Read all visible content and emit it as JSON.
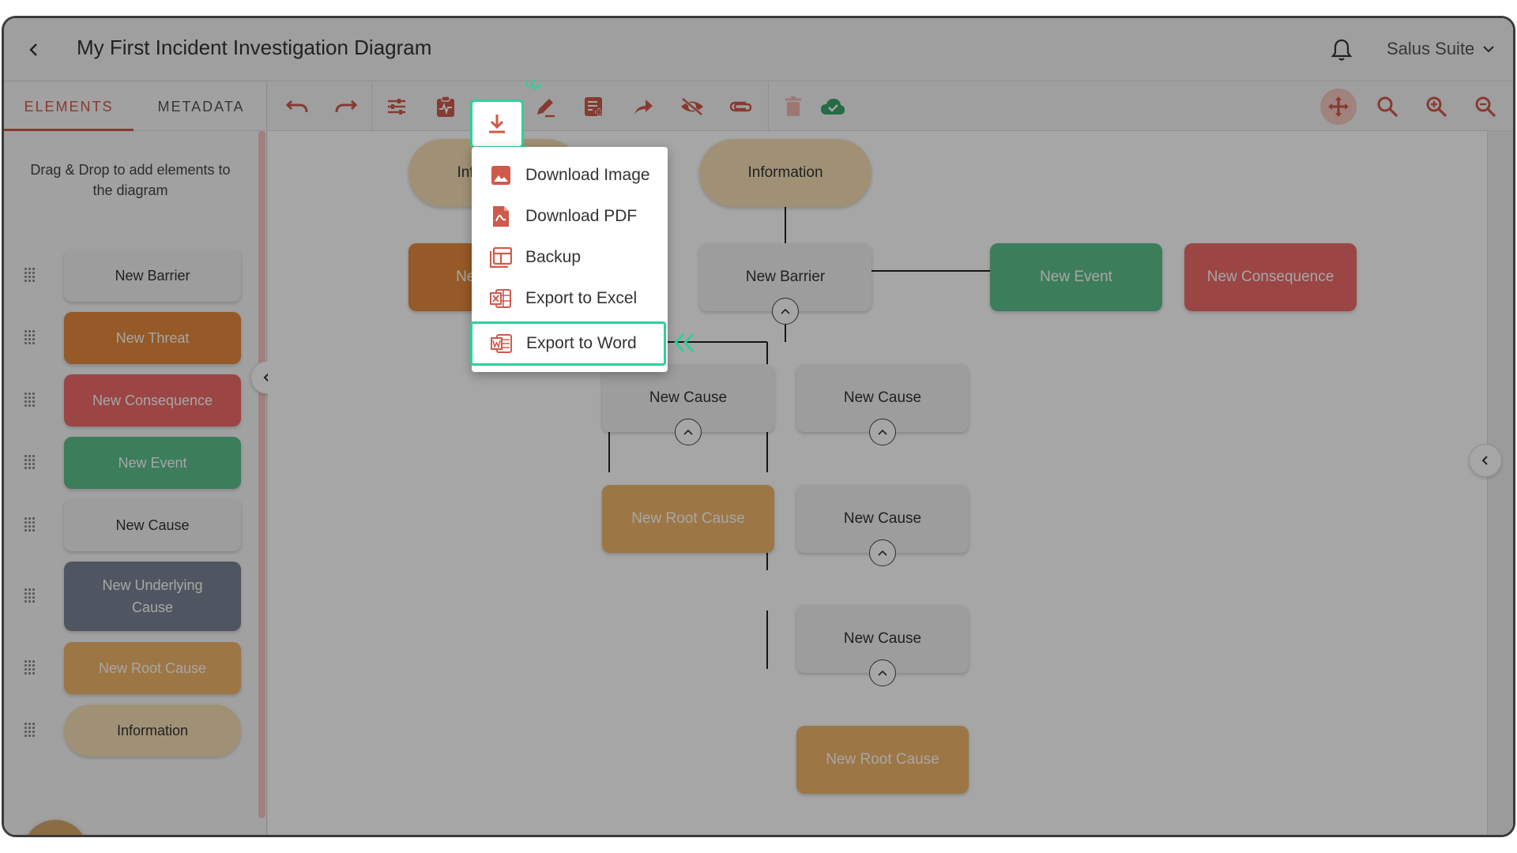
{
  "header": {
    "title": "My First Incident Investigation Diagram",
    "suite_label": "Salus Suite"
  },
  "left_panel": {
    "tabs": [
      {
        "label": "ELEMENTS",
        "active": true
      },
      {
        "label": "METADATA",
        "active": false
      }
    ],
    "hint": "Drag & Drop to add elements to the diagram",
    "palette": [
      {
        "label": "New Barrier",
        "color": "#f1f1f1",
        "text_color": "#333333"
      },
      {
        "label": "New Threat",
        "color": "#e58a3c",
        "text_color": "#ffffff"
      },
      {
        "label": "New Consequence",
        "color": "#ef6b6b",
        "text_color": "#ffffff"
      },
      {
        "label": "New Event",
        "color": "#5cc08c",
        "text_color": "#ffffff"
      },
      {
        "label": "New Cause",
        "color": "#f1f1f1",
        "text_color": "#333333"
      },
      {
        "label": "New Underlying Cause",
        "color": "#7c8595",
        "text_color": "#ffffff"
      },
      {
        "label": "New Root Cause",
        "color": "#f1b56a",
        "text_color": "#ffffff"
      },
      {
        "label": "Information",
        "color": "#f6dfb6",
        "text_color": "#333333"
      }
    ]
  },
  "toolbar": {
    "icons": [
      "undo-icon",
      "redo-icon",
      "tune-icon",
      "clipboard-pulse-icon",
      "download-icon",
      "edit-icon",
      "note-add-icon",
      "share-icon",
      "visibility-off-icon",
      "attachment-icon",
      "delete-icon",
      "cloud-done-icon",
      "move-icon",
      "search-icon",
      "zoom-in-icon",
      "zoom-out-icon"
    ]
  },
  "download_menu": {
    "items": [
      {
        "label": "Download Image",
        "icon": "image-icon"
      },
      {
        "label": "Download PDF",
        "icon": "pdf-icon"
      },
      {
        "label": "Backup",
        "icon": "table-icon"
      },
      {
        "label": "Export to Excel",
        "icon": "excel-icon"
      },
      {
        "label": "Export to Word",
        "icon": "word-icon",
        "highlighted": true
      }
    ]
  },
  "diagram": {
    "nodes": {
      "info_left": "Information",
      "info_center": "Information",
      "threat_left": "New Threat",
      "barrier_center": "New Barrier",
      "event": "New Event",
      "consequence": "New Consequence",
      "cause_a": "New Cause",
      "cause_b": "New Cause",
      "root_cause_a": "New Root Cause",
      "cause_c": "New Cause",
      "cause_d": "New Cause",
      "root_cause_b": "New Root Cause"
    }
  },
  "colors": {
    "accent": "#d05a4a",
    "highlight": "#2fd09a"
  }
}
